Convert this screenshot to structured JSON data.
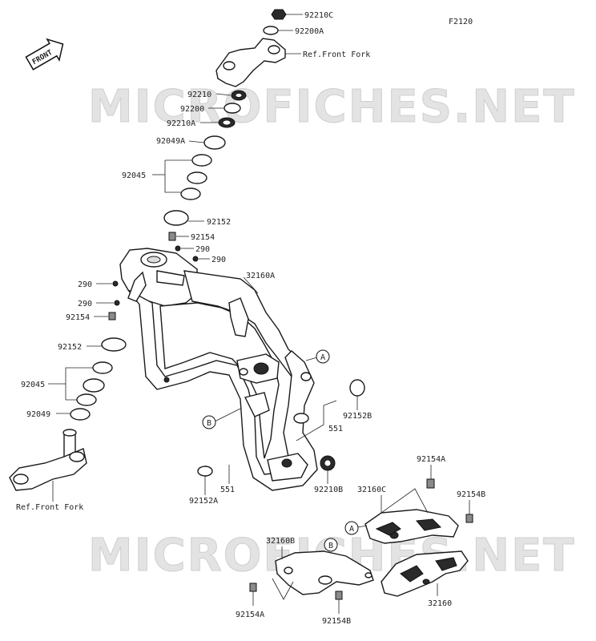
{
  "figure_code": "F2120",
  "front_arrow_label": "FRONT",
  "watermark": "MICROFICHES.NET",
  "callouts": {
    "p92210C": "92210C",
    "p92200A": "92200A",
    "ref_front_fork_top": "Ref.Front Fork",
    "p92210": "92210",
    "p92200": "92200",
    "p92210A": "92210A",
    "p92049A": "92049A",
    "p92045_top": "92045",
    "p92152_top": "92152",
    "p92154_top": "92154",
    "p290_a": "290",
    "p290_b": "290",
    "p32160A": "32160A",
    "p290_c": "290",
    "p290_d": "290",
    "p92154_left": "92154",
    "p92152_left": "92152",
    "p92045_left": "92045",
    "p92049": "92049",
    "ref_front_fork_bottom": "Ref.Front Fork",
    "circle_A_frame": "A",
    "p92152B": "92152B",
    "circle_B_frame": "B",
    "p551_right": "551",
    "p551_left": "551",
    "p92152A": "92152A",
    "p92210B": "92210B",
    "p92154A_top": "92154A",
    "p32160C": "32160C",
    "p92154B_right": "92154B",
    "circle_A_bracket": "A",
    "p32160B": "32160B",
    "circle_B_bracket": "B",
    "p32160": "32160",
    "p92154A_bottom": "92154A",
    "p92154B_bottom": "92154B"
  }
}
